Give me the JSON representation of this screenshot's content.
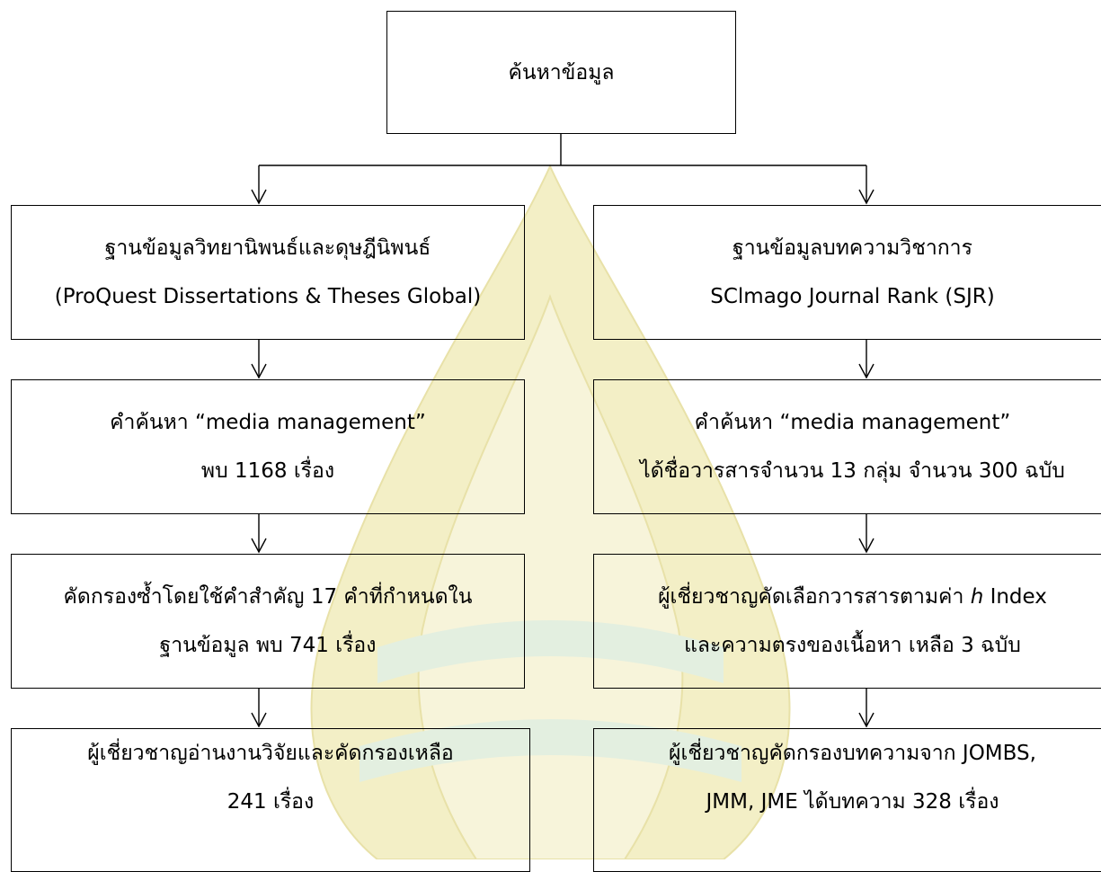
{
  "diagram": {
    "root": {
      "label": "ค้นหาข้อมูล"
    },
    "left_column": [
      {
        "lines": [
          "ฐานข้อมูลวิทยานิพนธ์และดุษฎีนิพนธ์",
          "(ProQuest Dissertations & Theses Global)"
        ]
      },
      {
        "lines": [
          "คำค้นหา “media management”",
          "พบ 1168 เรื่อง"
        ]
      },
      {
        "lines": [
          "คัดกรองซ้ำโดยใช้คำสำคัญ 17 คำที่กำหนดใน",
          "ฐานข้อมูล พบ 741 เรื่อง"
        ]
      },
      {
        "lines": [
          "ผู้เชี่ยวชาญอ่านงานวิจัยและคัดกรองเหลือ",
          "241 เรื่อง"
        ]
      }
    ],
    "right_column": [
      {
        "lines": [
          "ฐานข้อมูลบทความวิชาการ",
          "SClmago Journal Rank (SJR)"
        ]
      },
      {
        "lines": [
          "คำค้นหา “media management”",
          "ได้ชื่อวารสารจำนวน 13 กลุ่ม จำนวน 300 ฉบับ"
        ]
      },
      {
        "line1_before": "ผู้เชี่ยวชาญคัดเลือกวารสารตามค่า ",
        "line1_italic": "h",
        "line1_after": " Index",
        "line2": "และความตรงของเนื้อหา เหลือ 3 ฉบับ"
      },
      {
        "lines": [
          "ผู้เชี่ยวชาญคัดกรองบทความจาก JOMBS,",
          "JMM, JME ได้บทความ 328 เรื่อง"
        ]
      }
    ],
    "colors": {
      "line": "#000000",
      "watermark": "#f3efc6",
      "watermark_green": "#e3efe0"
    }
  }
}
